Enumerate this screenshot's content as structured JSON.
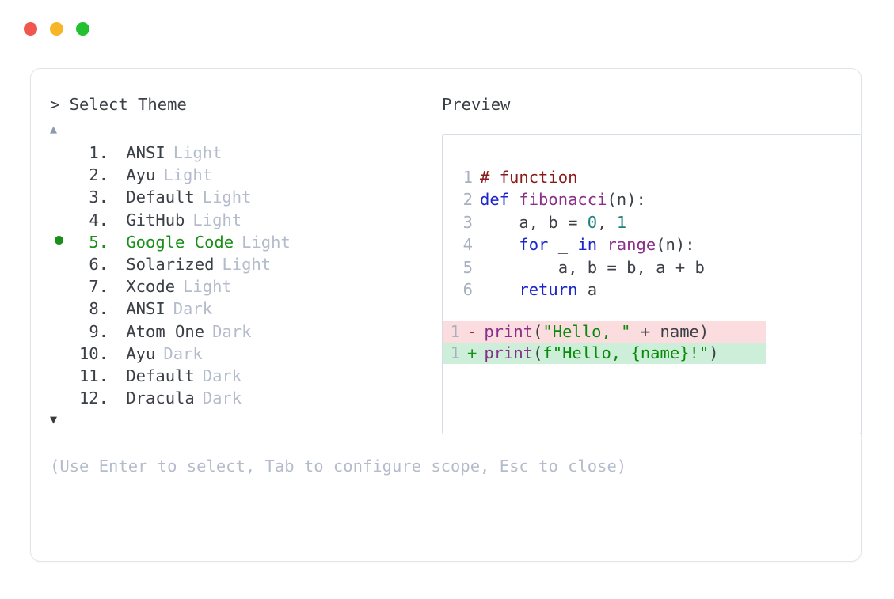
{
  "window": {
    "traffic_lights": [
      {
        "name": "close",
        "color": "#f1564f"
      },
      {
        "name": "minimize",
        "color": "#f5b727"
      },
      {
        "name": "maximize",
        "color": "#23c032"
      }
    ]
  },
  "picker": {
    "prompt": "> Select Theme",
    "scroll_up_glyph": "▲",
    "scroll_down_glyph": "▼",
    "selected_index": 5,
    "items": [
      {
        "num": "1.",
        "name": "ANSI",
        "variant": "Light",
        "selected": false
      },
      {
        "num": "2.",
        "name": "Ayu",
        "variant": "Light",
        "selected": false
      },
      {
        "num": "3.",
        "name": "Default",
        "variant": "Light",
        "selected": false
      },
      {
        "num": "4.",
        "name": "GitHub",
        "variant": "Light",
        "selected": false
      },
      {
        "num": "5.",
        "name": "Google Code",
        "variant": "Light",
        "selected": true
      },
      {
        "num": "6.",
        "name": "Solarized",
        "variant": "Light",
        "selected": false
      },
      {
        "num": "7.",
        "name": "Xcode",
        "variant": "Light",
        "selected": false
      },
      {
        "num": "8.",
        "name": "ANSI",
        "variant": "Dark",
        "selected": false
      },
      {
        "num": "9.",
        "name": "Atom One",
        "variant": "Dark",
        "selected": false
      },
      {
        "num": "10.",
        "name": "Ayu",
        "variant": "Dark",
        "selected": false
      },
      {
        "num": "11.",
        "name": "Default",
        "variant": "Dark",
        "selected": false
      },
      {
        "num": "12.",
        "name": "Dracula",
        "variant": "Dark",
        "selected": false
      }
    ]
  },
  "preview": {
    "title": "Preview",
    "code_lines": [
      {
        "n": "1",
        "tokens": [
          {
            "t": "# function",
            "c": "tok-comment"
          }
        ]
      },
      {
        "n": "2",
        "tokens": [
          {
            "t": "def ",
            "c": "tok-kw"
          },
          {
            "t": "fibonacci",
            "c": "tok-fn"
          },
          {
            "t": "(n):",
            "c": "tok-plain"
          }
        ]
      },
      {
        "n": "3",
        "tokens": [
          {
            "t": "    a, b = ",
            "c": "tok-plain"
          },
          {
            "t": "0",
            "c": "tok-num"
          },
          {
            "t": ", ",
            "c": "tok-plain"
          },
          {
            "t": "1",
            "c": "tok-num"
          }
        ]
      },
      {
        "n": "4",
        "tokens": [
          {
            "t": "    ",
            "c": "tok-plain"
          },
          {
            "t": "for",
            "c": "tok-kw"
          },
          {
            "t": " _ ",
            "c": "tok-plain"
          },
          {
            "t": "in",
            "c": "tok-kw"
          },
          {
            "t": " ",
            "c": "tok-plain"
          },
          {
            "t": "range",
            "c": "tok-fn"
          },
          {
            "t": "(n):",
            "c": "tok-plain"
          }
        ]
      },
      {
        "n": "5",
        "tokens": [
          {
            "t": "        a, b = b, a + b",
            "c": "tok-plain"
          }
        ]
      },
      {
        "n": "6",
        "tokens": [
          {
            "t": "    ",
            "c": "tok-plain"
          },
          {
            "t": "return",
            "c": "tok-kw"
          },
          {
            "t": " a",
            "c": "tok-plain"
          }
        ]
      }
    ],
    "diff_lines": [
      {
        "n": "1",
        "kind": "del",
        "marker": "-",
        "tokens": [
          {
            "t": "print",
            "c": "tok-fn"
          },
          {
            "t": "(",
            "c": "tok-plain"
          },
          {
            "t": "\"Hello, \"",
            "c": "tok-str"
          },
          {
            "t": " + name)",
            "c": "tok-plain"
          }
        ]
      },
      {
        "n": "1",
        "kind": "add",
        "marker": "+",
        "tokens": [
          {
            "t": "print",
            "c": "tok-fn"
          },
          {
            "t": "(",
            "c": "tok-plain"
          },
          {
            "t": "f\"Hello, {name}!\"",
            "c": "tok-str"
          },
          {
            "t": ")",
            "c": "tok-plain"
          }
        ]
      }
    ]
  },
  "footer": {
    "hint": "(Use Enter to select, Tab to configure scope, Esc to close)"
  }
}
